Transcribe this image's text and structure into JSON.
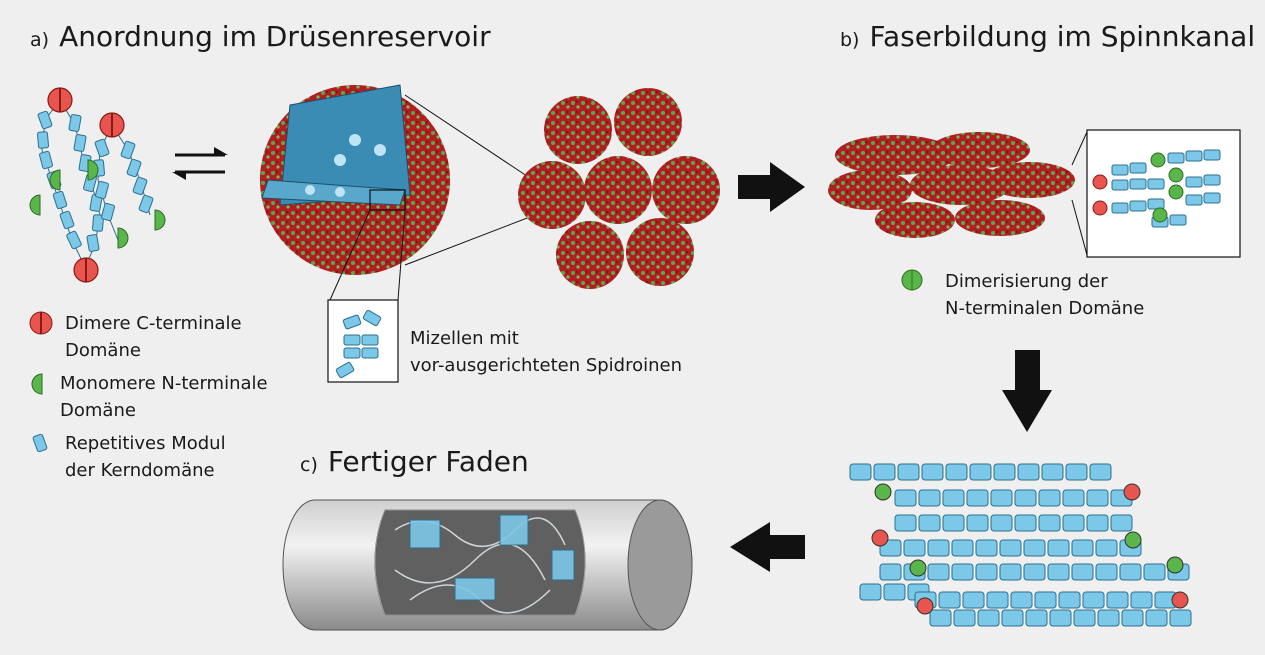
{
  "sections": {
    "a": {
      "label": "a)",
      "title": "Anordnung im Drüsenreservoir"
    },
    "b": {
      "label": "b)",
      "title": "Faserbildung im Spinnkanal"
    },
    "c": {
      "label": "c)",
      "title": "Fertiger Faden"
    }
  },
  "legend": {
    "dimer_c": {
      "line1": "Dimere C-terminale",
      "line2": "Domäne"
    },
    "monomer_n": {
      "line1": "Monomere N-terminale",
      "line2": "Domäne"
    },
    "module": {
      "line1": "Repetitives Modul",
      "line2": "der Kerndomäne"
    }
  },
  "micelle_caption": {
    "line1": "Mizellen mit",
    "line2": "vor-ausgerichteten Spidroinen"
  },
  "dimer_caption": {
    "line1": "Dimerisierung der",
    "line2": "N-terminalen Domäne"
  },
  "colors": {
    "background": "#efefef",
    "module": "#7cc8e8",
    "dimer_c": "#e8544e",
    "monomer_n": "#5ab54a",
    "arrow": "#111111"
  }
}
